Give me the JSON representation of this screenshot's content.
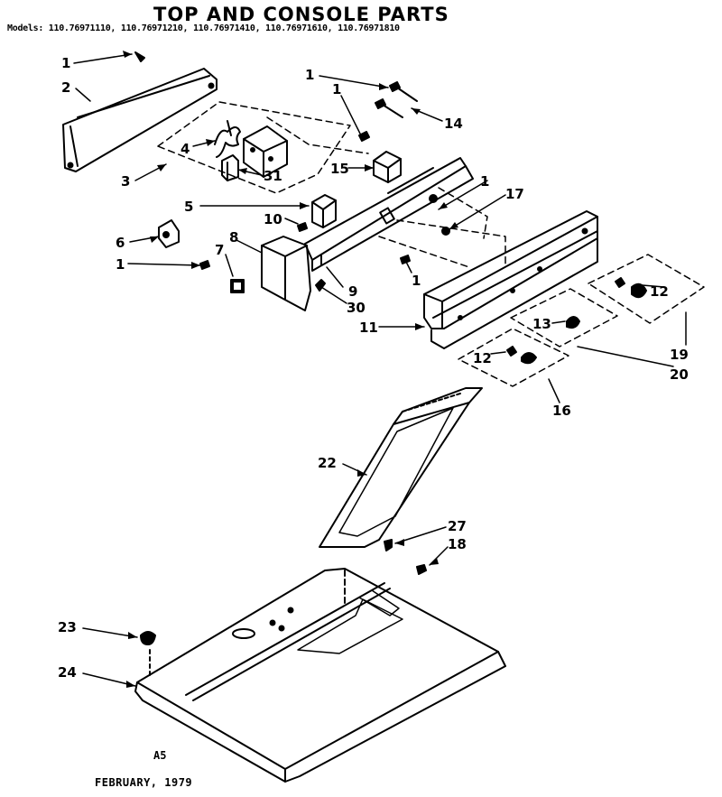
{
  "title": "TOP AND CONSOLE PARTS",
  "models": "Models: 110.76971110, 110.76971210, 110.76971410, 110.76971610, 110.76971810",
  "page_code": "A5",
  "date": "FEBRUARY, 1979",
  "callouts": {
    "c1a": "1",
    "c2": "2",
    "c1b": "1",
    "c1c": "1",
    "c14": "14",
    "c4": "4",
    "c3": "3",
    "c31": "31",
    "c15": "15",
    "c5": "5",
    "c10": "10",
    "c8": "8",
    "c6": "6",
    "c7": "7",
    "c1d": "1",
    "c1e": "1",
    "c1f": "1",
    "c17": "17",
    "c9": "9",
    "c30": "30",
    "c11": "11",
    "c12a": "12",
    "c13": "13",
    "c12b": "12",
    "c19": "19",
    "c20": "20",
    "c16": "16",
    "c22": "22",
    "c27": "27",
    "c18": "18",
    "c23": "23",
    "c24": "24"
  }
}
